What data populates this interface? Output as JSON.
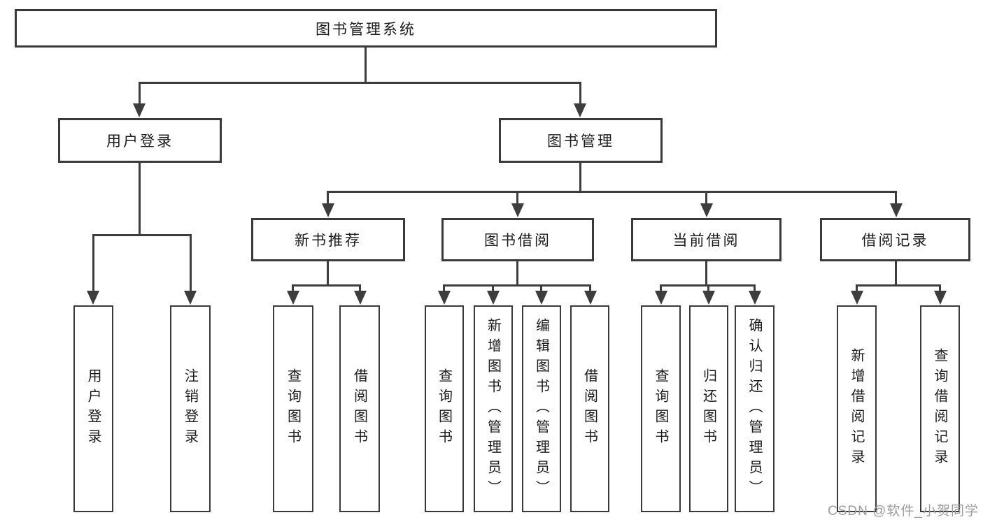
{
  "diagram": {
    "root": {
      "label": "图书管理系统"
    },
    "level2": {
      "user_login": {
        "label": "用户登录"
      },
      "book_management": {
        "label": "图书管理"
      }
    },
    "level3": {
      "new_book_recommend": {
        "label": "新书推荐"
      },
      "book_borrowing": {
        "label": "图书借阅"
      },
      "current_borrowing": {
        "label": "当前借阅"
      },
      "borrowing_records": {
        "label": "借阅记录"
      }
    },
    "leaves": {
      "user_login": {
        "label": "用户登录"
      },
      "logout": {
        "label": "注销登录"
      },
      "query_books_recommend": {
        "label": "查询图书"
      },
      "borrow_books_recommend": {
        "label": "借阅图书"
      },
      "query_books_borrowing": {
        "label": "查询图书"
      },
      "add_books_admin": {
        "label": "新增图书（管理员）"
      },
      "edit_books_admin": {
        "label": "编辑图书（管理员）"
      },
      "borrow_books_borrowing": {
        "label": "借阅图书"
      },
      "query_books_current": {
        "label": "查询图书"
      },
      "return_books": {
        "label": "归还图书"
      },
      "confirm_return_admin": {
        "label": "确认归还（管理员）"
      },
      "add_borrow_record": {
        "label": "新增借阅记录"
      },
      "query_borrow_record": {
        "label": "查询借阅记录"
      }
    }
  },
  "watermark": {
    "text": "CSDN @软件_小贺同学",
    "color": "#9c9c9c"
  },
  "colors": {
    "line": "#3d3d3d",
    "box_border": "#3a3a3a",
    "text": "#1c1c1c",
    "background": "#ffffff"
  }
}
